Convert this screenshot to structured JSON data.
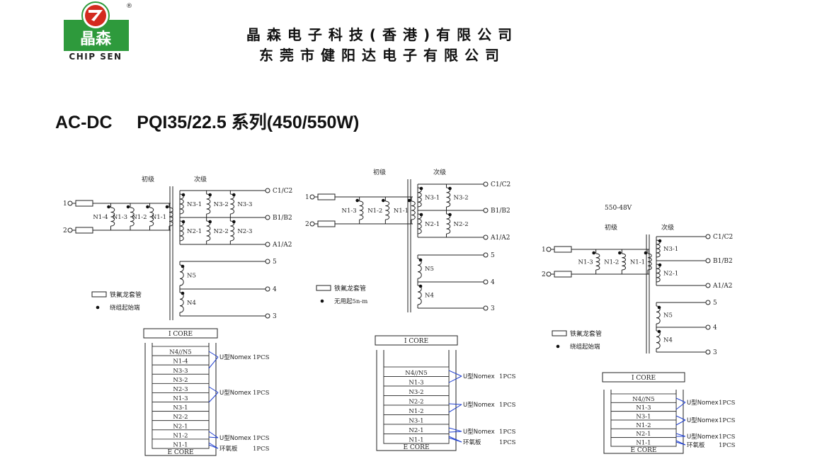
{
  "header": {
    "logo_cn": "晶森",
    "logo_en": "CHIP SEN",
    "logo_reg": "®",
    "company_line1": "晶森电子科技(香港)有限公司",
    "company_line2": "东莞市健阳达电子有限公司"
  },
  "title": "AC-DC     PQI35/22.5 系列(450/550W)",
  "diagrams": [
    {
      "label_primary": "初级",
      "label_secondary": "次级",
      "pins_left": [
        "1",
        "2"
      ],
      "primary_windings": [
        "N1-4",
        "N1-3",
        "N1-2",
        "N1-1"
      ],
      "secondary_top": [
        "N3-1",
        "N3-2",
        "N3-3"
      ],
      "secondary_mid": [
        "N2-1",
        "N2-2",
        "N2-3"
      ],
      "pins_right": [
        "C1/C2",
        "B1/B2",
        "A1/A2",
        "5",
        "4",
        "3"
      ],
      "aux": [
        "N5",
        "N4"
      ],
      "legend_tube": "铁氟龙套管",
      "legend_dot": "绕组起始端",
      "core_top": "I CORE",
      "core_bottom": "E CORE",
      "layers": [
        "N4//N5",
        "N1-4",
        "N3-3",
        "N3-2",
        "N2-3",
        "N1-3",
        "N3-1",
        "N2-2",
        "N2-1",
        "N1-2",
        "N1-1"
      ],
      "notes": [
        {
          "text": "U型Nomex",
          "qty": "1PCS"
        },
        {
          "text": "U型Nomex",
          "qty": "1PCS"
        },
        {
          "text": "U型Nomex",
          "qty": "1PCS"
        },
        {
          "text": "环氧板",
          "qty": "1PCS"
        }
      ]
    },
    {
      "label_primary": "初级",
      "label_secondary": "次级",
      "pins_left": [
        "1",
        "2"
      ],
      "primary_windings": [
        "N1-3",
        "N1-2",
        "N1-1"
      ],
      "secondary_top": [
        "N3-1",
        "N3-2"
      ],
      "secondary_mid": [
        "N2-1",
        "N2-2"
      ],
      "pins_right": [
        "C1/C2",
        "B1/B2",
        "A1/A2",
        "5",
        "4",
        "3"
      ],
      "aux": [
        "N5",
        "N4"
      ],
      "legend_tube": "铁氟龙套管",
      "legend_dot": "无用起5n-m",
      "core_top": "I CORE",
      "core_bottom": "E CORE",
      "layers": [
        "N4//N5",
        "N1-3",
        "N3-2",
        "N2-2",
        "N1-2",
        "N3-1",
        "N2-1",
        "N1-1"
      ],
      "notes": [
        {
          "text": "U型Nomex",
          "qty": "1PCS"
        },
        {
          "text": "U型Nomex",
          "qty": "1PCS"
        },
        {
          "text": "U型Nomex",
          "qty": "1PCS"
        },
        {
          "text": "环氧板",
          "qty": "1PCS"
        }
      ]
    },
    {
      "voltage": "550-48V",
      "label_primary": "初级",
      "label_secondary": "次级",
      "pins_left": [
        "1",
        "2"
      ],
      "primary_windings": [
        "N1-3",
        "N1-2",
        "N1-1"
      ],
      "secondary_top": [
        "N3-1"
      ],
      "secondary_mid": [
        "N2-1"
      ],
      "pins_right": [
        "C1/C2",
        "B1/B2",
        "A1/A2",
        "5",
        "4",
        "3"
      ],
      "aux": [
        "N5",
        "N4"
      ],
      "legend_tube": "铁氟龙套管",
      "legend_dot": "绕组起始端",
      "core_top": "I CORE",
      "core_bottom": "E CORE",
      "layers": [
        "N4//N5",
        "N1-3",
        "N3-1",
        "N1-2",
        "N2-1",
        "N1-1"
      ],
      "notes": [
        {
          "text": "U型Nomex",
          "qty": "1PCS"
        },
        {
          "text": "U型Nomex",
          "qty": "1PCS"
        },
        {
          "text": "U型Nomex",
          "qty": "1PCS"
        },
        {
          "text": "环氧板",
          "qty": "1PCS"
        }
      ]
    }
  ],
  "colors": {
    "logo_green": "#2e9a3c",
    "logo_red": "#d32a1f",
    "arrow_blue": "#1f3fd0"
  }
}
